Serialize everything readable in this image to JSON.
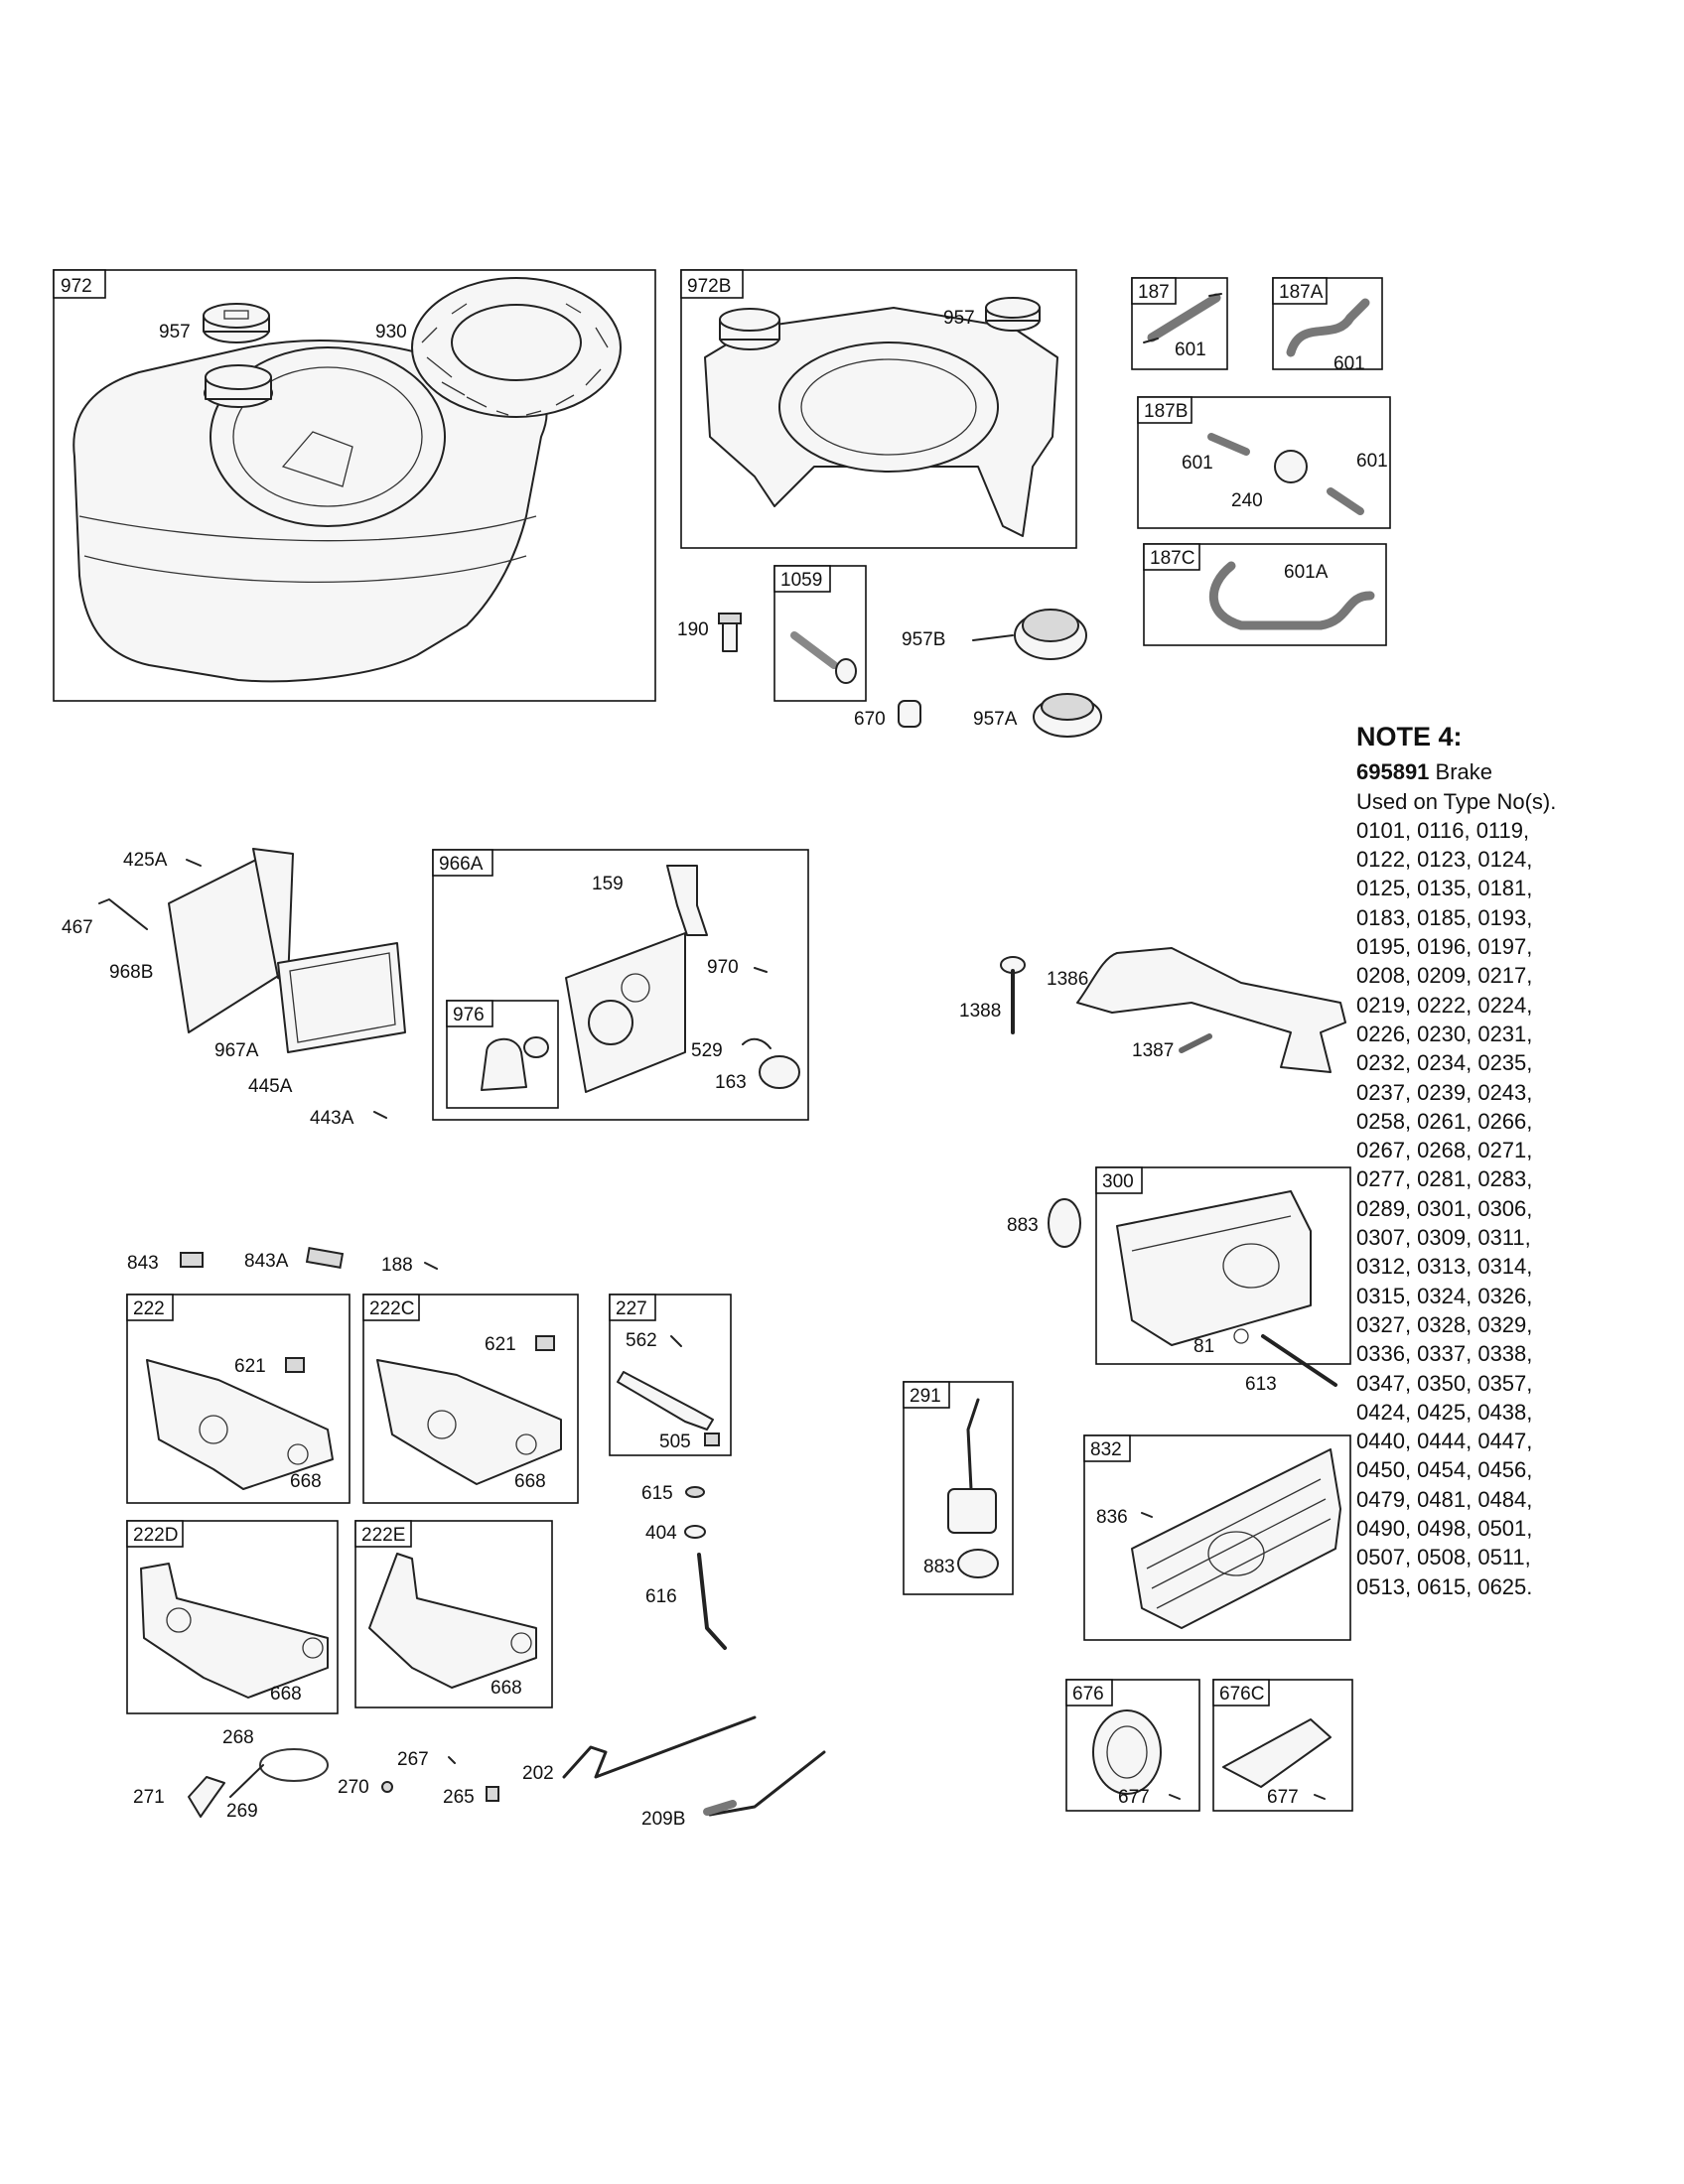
{
  "callouts": {
    "b972": "972",
    "l957a": "957",
    "l930": "930",
    "b972b": "972B",
    "l957b": "957",
    "b187": "187",
    "l601a": "601",
    "b187a": "187A",
    "l601b": "601",
    "b187b": "187B",
    "l601c": "601",
    "l601d": "601",
    "l240": "240",
    "b187c": "187C",
    "l601e": "601A",
    "b1059": "1059",
    "l190": "190",
    "l957B": "957B",
    "l670": "670",
    "l957A": "957A",
    "l425A": "425A",
    "l467": "467",
    "l968B": "968B",
    "l967A": "967A",
    "l445A": "445A",
    "l443A": "443A",
    "b966A": "966A",
    "l159": "159",
    "l970": "970",
    "b976": "976",
    "l529": "529",
    "l163": "163",
    "l1386": "1386",
    "l1388": "1388",
    "l1387": "1387",
    "l843": "843",
    "l843A": "843A",
    "l188": "188",
    "b222": "222",
    "l621a": "621",
    "l668a": "668",
    "b222C": "222C",
    "l621b": "621",
    "l668b": "668",
    "b227": "227",
    "l562": "562",
    "l505": "505",
    "l615": "615",
    "l404": "404",
    "l616": "616",
    "b222D": "222D",
    "l668c": "668",
    "b222E": "222E",
    "l668d": "668",
    "l268": "268",
    "l271": "271",
    "l269": "269",
    "l270": "270",
    "l267": "267",
    "l265": "265",
    "l202": "202",
    "l209B": "209B",
    "l883a": "883",
    "b300": "300",
    "l81": "81",
    "l613": "613",
    "b291": "291",
    "l883b": "883",
    "b832": "832",
    "l836": "836",
    "b676": "676",
    "l677a": "677",
    "b676C": "676C",
    "l677b": "677"
  },
  "note": {
    "title": "NOTE 4:",
    "part_number": "695891",
    "part_name": " Brake",
    "used_on": "Used on Type No(s).",
    "types": [
      "0101, 0116, 0119,",
      "0122, 0123, 0124,",
      "0125, 0135, 0181,",
      "0183, 0185, 0193,",
      "0195, 0196, 0197,",
      "0208, 0209, 0217,",
      "0219, 0222, 0224,",
      "0226, 0230, 0231,",
      "0232, 0234, 0235,",
      "0237, 0239, 0243,",
      "0258, 0261, 0266,",
      "0267, 0268, 0271,",
      "0277, 0281, 0283,",
      "0289, 0301, 0306,",
      "0307, 0309, 0311,",
      "0312, 0313, 0314,",
      "0315, 0324, 0326,",
      "0327, 0328, 0329,",
      "0336, 0337, 0338,",
      "0347, 0350, 0357,",
      "0424, 0425, 0438,",
      "0440, 0444, 0447,",
      "0450, 0454, 0456,",
      "0479, 0481, 0484,",
      "0490, 0498, 0501,",
      "0507, 0508, 0511,",
      "0513, 0615, 0625."
    ]
  }
}
